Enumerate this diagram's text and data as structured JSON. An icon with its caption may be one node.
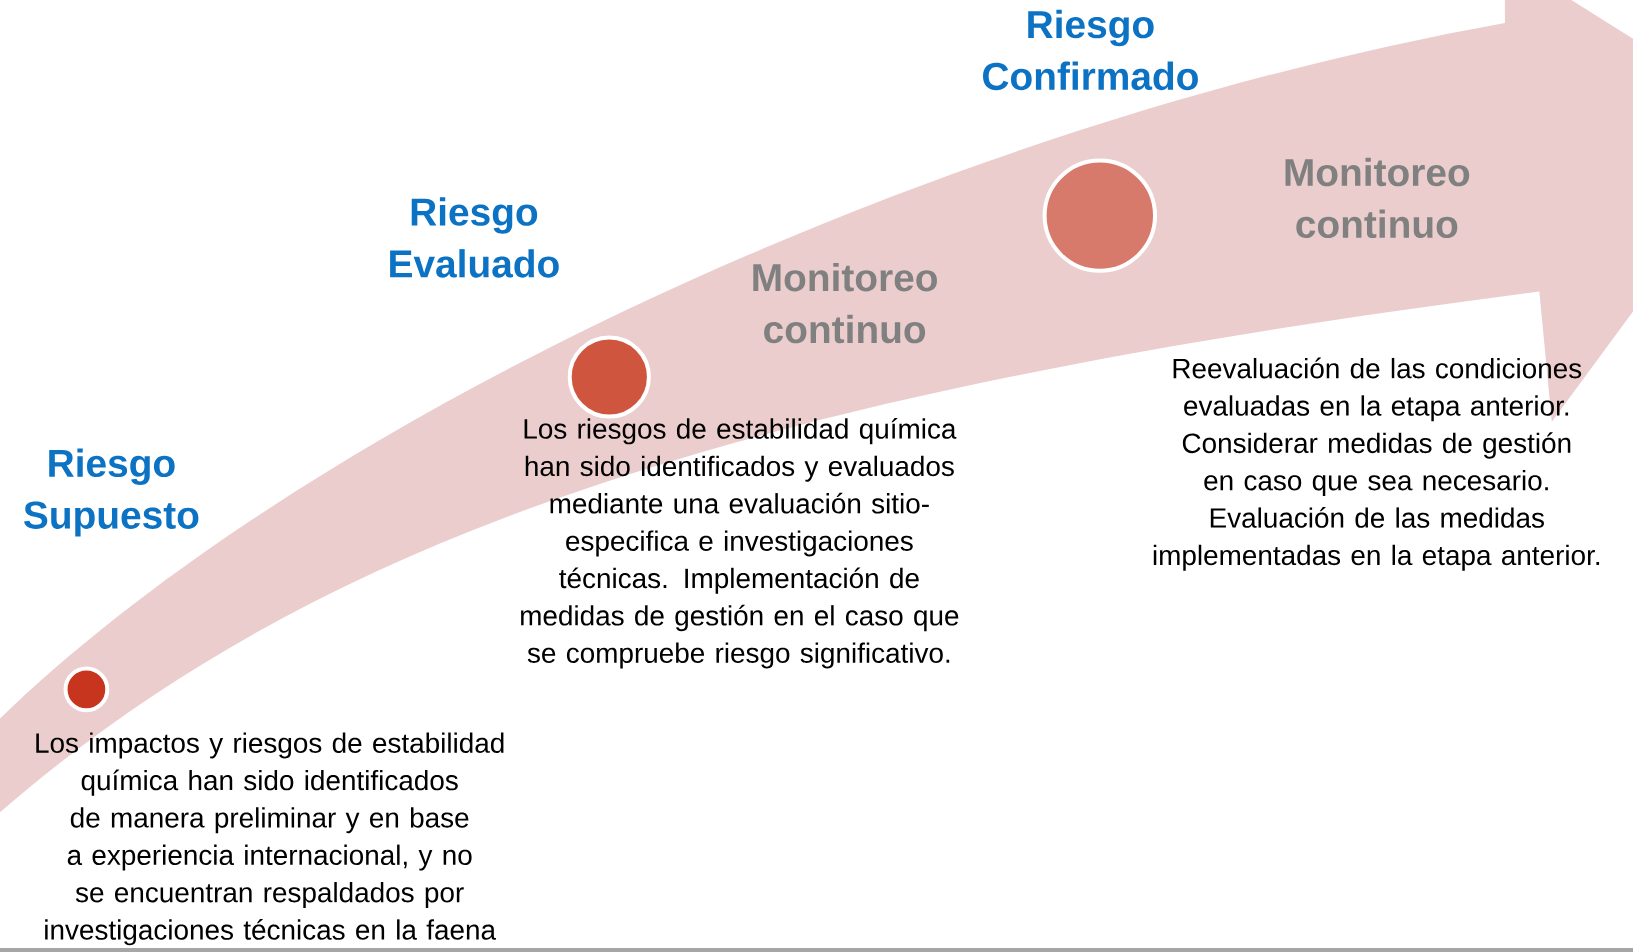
{
  "diagram": {
    "nodes": [
      {
        "text": [],
        "shape": "circle",
        "beside": [
          "Los impactos y riesgos de estabilidad química han sido identificados de manera preliminar y en base a experiencia internacional, y no se encuentran respaldados por investigaciones técnicas en la faena"
        ]
      },
      {
        "text": [],
        "shape": "circle",
        "beside": [
          "Los riesgos de estabilidad química han sido identificados y evaluados mediante una evaluación sitio-especifica e investigaciones técnicas. Implementación de medidas de gestión en el caso que se compruebe riesgo significativo."
        ]
      },
      {
        "text": [],
        "shape": "circle",
        "beside": [
          "Reevaluación de las condiciones evaluadas en la etapa anterior. Considerar medidas de gestión en caso que sea necesario. Evaluación de las medidas implementadas en la etapa anterior."
        ]
      }
    ],
    "labels": [
      "Riesgo Confirmado",
      "Monitoreo continuo",
      "Riesgo Evaluado",
      "Monitoreo continuo",
      "Riesgo Supuesto"
    ]
  }
}
